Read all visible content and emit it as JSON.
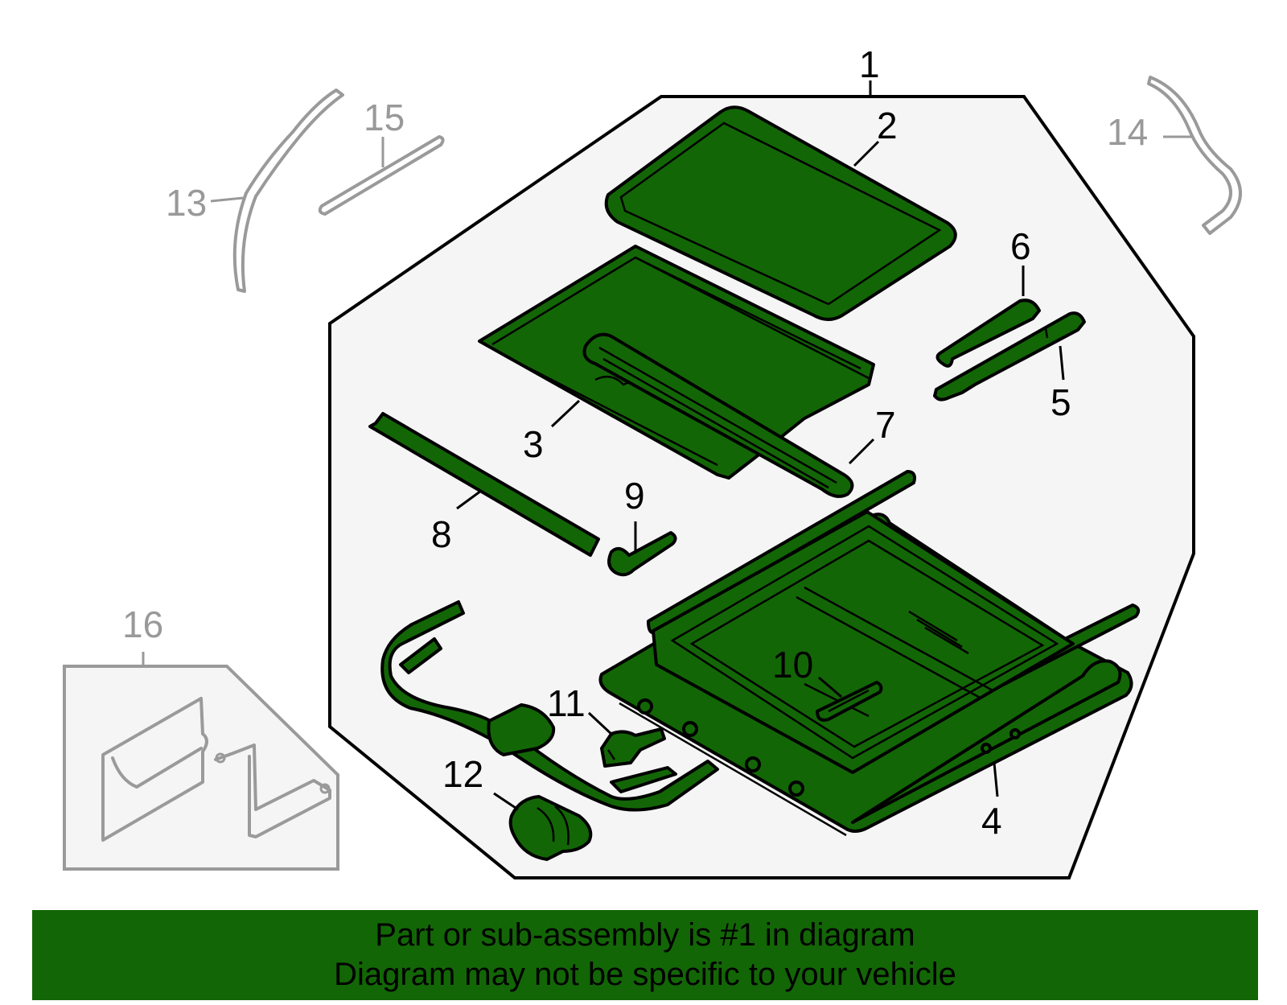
{
  "callouts": {
    "c1": "1",
    "c2": "2",
    "c3": "3",
    "c4": "4",
    "c5": "5",
    "c6": "6",
    "c7": "7",
    "c8": "8",
    "c9": "9",
    "c10": "10",
    "c11": "11",
    "c12": "12",
    "c13": "13",
    "c14": "14",
    "c15": "15",
    "c16": "16"
  },
  "banner": {
    "line1": "Part or sub-assembly is #1 in diagram",
    "line2": "Diagram may not be specific to your vehicle"
  },
  "colors": {
    "part_fill": "#136606",
    "region_fill": "#f5f5f5",
    "muted": "#999999",
    "banner": "#136606"
  }
}
